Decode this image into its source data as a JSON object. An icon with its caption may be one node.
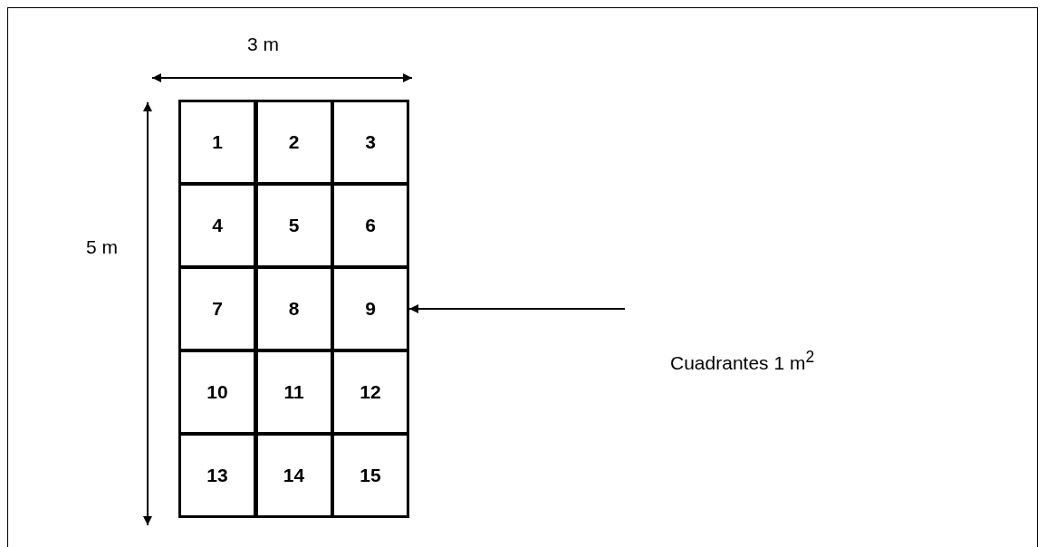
{
  "diagram": {
    "nodes": [
      {
        "text": [
          "1"
        ]
      },
      {
        "text": [
          "2"
        ]
      },
      {
        "text": [
          "3"
        ]
      },
      {
        "text": [
          "4"
        ]
      },
      {
        "text": [
          "5"
        ]
      },
      {
        "text": [
          "6"
        ]
      },
      {
        "text": [
          "7"
        ]
      },
      {
        "text": [
          "8"
        ]
      },
      {
        "text": [
          "9"
        ]
      },
      {
        "text": [
          "10"
        ]
      },
      {
        "text": [
          "11"
        ]
      },
      {
        "text": [
          "12"
        ]
      },
      {
        "text": [
          "13"
        ]
      },
      {
        "text": [
          "14"
        ]
      },
      {
        "text": [
          "15"
        ]
      },
      {
        "text": [
          "Cuadrantes 1 m$^{2}$"
        ]
      }
    ],
    "edges": [
      {
        "from": 15,
        "to": 8,
        "arrow": "to"
      }
    ],
    "labels": [
      "3 m",
      "5 m"
    ]
  }
}
